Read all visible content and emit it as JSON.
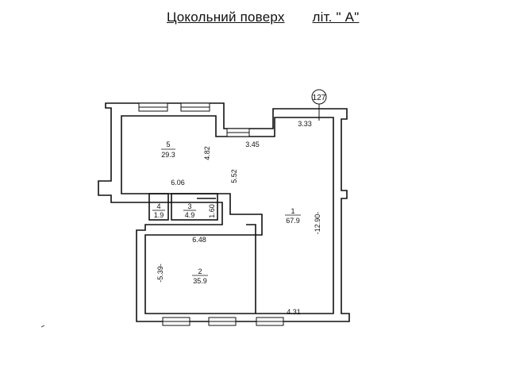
{
  "title": {
    "floor": "Цокольний поверх",
    "letter": "літ.  \" А\""
  },
  "marker": "127",
  "rooms": [
    {
      "id": "room-5",
      "num": "5",
      "area": "29.3"
    },
    {
      "id": "room-4",
      "num": "4",
      "area": "1.9"
    },
    {
      "id": "room-3",
      "num": "3",
      "area": "4.9"
    },
    {
      "id": "room-1",
      "num": "1",
      "area": "67.9"
    },
    {
      "id": "room-2",
      "num": "2",
      "area": "35.9"
    }
  ],
  "dims": {
    "d333": "3.33",
    "d345": "3.45",
    "d482": "4.82",
    "d552": "5.52",
    "d606": "6.06",
    "d160": "1.60",
    "d1290": "-12.90-",
    "d648": "6.48",
    "d539": "-5.39-",
    "d431": "4.31"
  }
}
